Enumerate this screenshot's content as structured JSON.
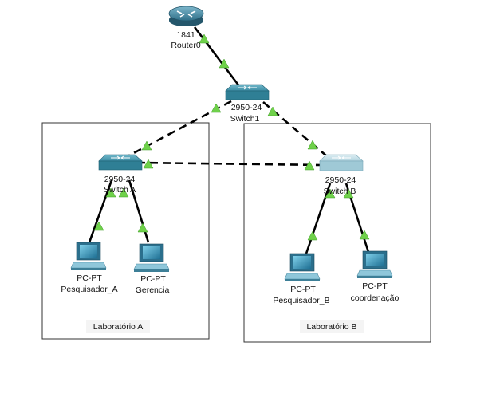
{
  "areas": [
    {
      "id": "lab-a",
      "label": "Laboratório A"
    },
    {
      "id": "lab-b",
      "label": "Laboratório B"
    }
  ],
  "nodes": [
    {
      "id": "router0",
      "type": "router",
      "model": "1841",
      "name": "Router0"
    },
    {
      "id": "switch1",
      "type": "switch",
      "model": "2950-24",
      "name": "Switch1"
    },
    {
      "id": "switch-a",
      "type": "switch",
      "model": "2950-24",
      "name": "Switch A"
    },
    {
      "id": "switch-b",
      "type": "switch-light",
      "model": "2950-24",
      "name": "Switch B"
    },
    {
      "id": "pc-pesq-a",
      "type": "pc",
      "model": "PC-PT",
      "name": "Pesquisador_A"
    },
    {
      "id": "pc-gerencia",
      "type": "pc",
      "model": "PC-PT",
      "name": "Gerencia"
    },
    {
      "id": "pc-pesq-b",
      "type": "pc",
      "model": "PC-PT",
      "name": "Pesquisador_B"
    },
    {
      "id": "pc-coord",
      "type": "pc",
      "model": "PC-PT",
      "name": "coordenação"
    }
  ],
  "links": [
    {
      "from": "router0",
      "to": "switch1",
      "style": "solid",
      "status": [
        "up",
        "up"
      ]
    },
    {
      "from": "switch1",
      "to": "switch-a",
      "style": "dashed",
      "status": [
        "up",
        "up"
      ]
    },
    {
      "from": "switch1",
      "to": "switch-b",
      "style": "dashed",
      "status": [
        "up",
        "up"
      ]
    },
    {
      "from": "switch-a",
      "to": "switch-b",
      "style": "dashed",
      "status": [
        "up",
        "up"
      ]
    },
    {
      "from": "switch-a",
      "to": "pc-pesq-a",
      "style": "solid",
      "status": [
        "up",
        "up"
      ]
    },
    {
      "from": "switch-a",
      "to": "pc-gerencia",
      "style": "solid",
      "status": [
        "up",
        "up"
      ]
    },
    {
      "from": "switch-b",
      "to": "pc-pesq-b",
      "style": "solid",
      "status": [
        "up",
        "up"
      ]
    },
    {
      "from": "switch-b",
      "to": "pc-coord",
      "style": "solid",
      "status": [
        "up",
        "up"
      ]
    }
  ],
  "colors": {
    "link_up": "#6fd14a",
    "switch": "#2f7f95",
    "switch_light": "#9fc9d6",
    "router": "#3d8aa6",
    "pc_screen": "#3a9bc0"
  }
}
